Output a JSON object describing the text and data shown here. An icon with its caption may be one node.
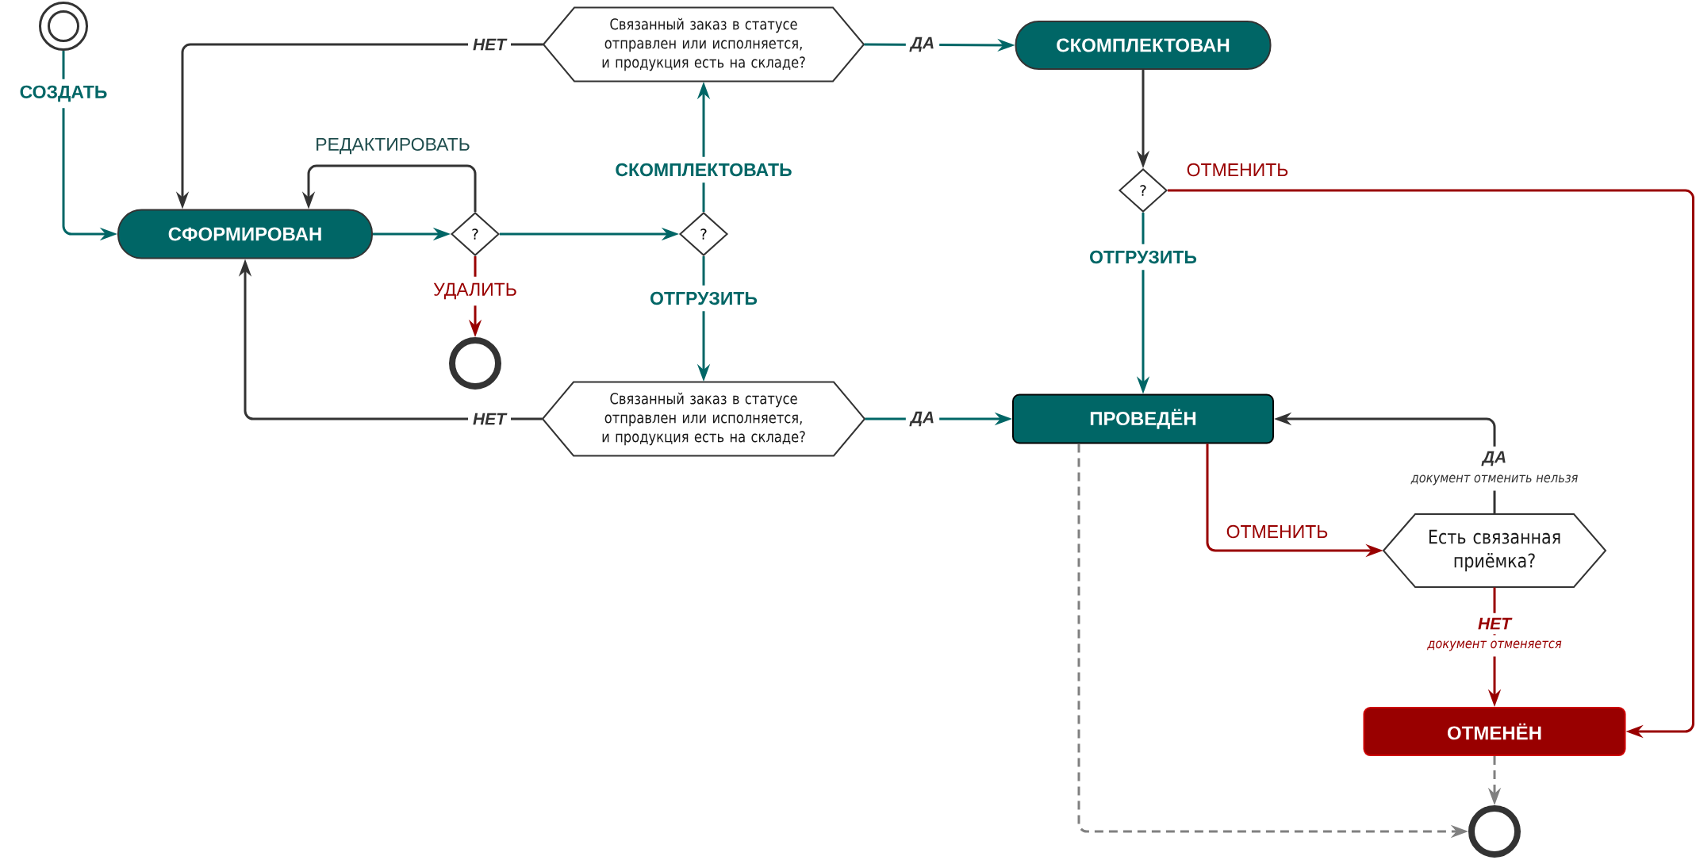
{
  "diagram": {
    "nodes": [
      {
        "text": [],
        "shape": "circle"
      },
      {
        "text": [
          "СФОРМИРОВАН"
        ]
      },
      {
        "text": [
          "?"
        ]
      },
      {
        "text": [],
        "shape": "circle"
      },
      {
        "text": [
          "?"
        ]
      },
      {
        "text": [
          "Связанный заказ в статусе отправлен или исполняется, и продукция есть на складе?"
        ]
      },
      {
        "text": [
          "СКОМПЛЕКТОВАН"
        ]
      },
      {
        "text": [
          "?"
        ]
      },
      {
        "text": [
          "Связанный заказ в статусе отправлен или исполняется, и продукция есть на складе?"
        ]
      },
      {
        "text": [
          "ПРОВЕДЁН"
        ]
      },
      {
        "text": [
          "Есть связанная приёмка?"
        ]
      },
      {
        "text": [
          "ОТМЕНЁН"
        ]
      },
      {
        "text": [],
        "shape": "circle"
      }
    ],
    "edges": [
      {
        "from": 0,
        "to": 1,
        "arrow": "to",
        "label": "СОЗДАТЬ"
      },
      {
        "from": 1,
        "to": 2,
        "arrow": "to"
      },
      {
        "from": 2,
        "to": 1,
        "arrow": "to",
        "label": "РЕДАКТИРОВАТЬ",
        "color": "#333333"
      },
      {
        "from": 2,
        "to": 3,
        "arrow": "to",
        "label": "УДАЛИТЬ",
        "color": "#990000"
      },
      {
        "from": 2,
        "to": 4,
        "arrow": "to"
      },
      {
        "from": 4,
        "to": 5,
        "arrow": "to",
        "label": "СКОМПЛЕКТОВАТЬ"
      },
      {
        "from": 4,
        "to": 8,
        "arrow": "to",
        "label": "ОТГРУЗИТЬ"
      },
      {
        "from": 5,
        "to": 1,
        "arrow": "to",
        "label": "НЕТ",
        "color": "#333333"
      },
      {
        "from": 5,
        "to": 6,
        "arrow": "to",
        "label": "ДА"
      },
      {
        "from": 6,
        "to": 7,
        "arrow": "to",
        "color": "#333333"
      },
      {
        "from": 7,
        "to": 11,
        "arrow": "to",
        "label": "ОТМЕНИТЬ",
        "color": "#990000"
      },
      {
        "from": 7,
        "to": 9,
        "arrow": "to",
        "label": "ОТГРУЗИТЬ"
      },
      {
        "from": 8,
        "to": 1,
        "arrow": "to",
        "label": "НЕТ",
        "color": "#333333"
      },
      {
        "from": 8,
        "to": 9,
        "arrow": "to",
        "label": "ДА"
      },
      {
        "from": 9,
        "to": 10,
        "arrow": "to",
        "label": "ОТМЕНИТЬ",
        "color": "#990000"
      },
      {
        "from": 10,
        "to": 9,
        "arrow": "to",
        "label": "ДА",
        "color": "#333333"
      },
      {
        "from": 10,
        "to": 11,
        "arrow": "to",
        "label": "НЕТ",
        "color": "#990000"
      },
      {
        "from": 11,
        "to": 12,
        "arrow": "to",
        "style": "dashed",
        "color": "#808080"
      },
      {
        "from": 9,
        "to": 12,
        "arrow": "to",
        "style": "dashed",
        "color": "#808080"
      }
    ],
    "labels": [
      "документ отменить нельзя",
      "документ отменяется"
    ]
  }
}
